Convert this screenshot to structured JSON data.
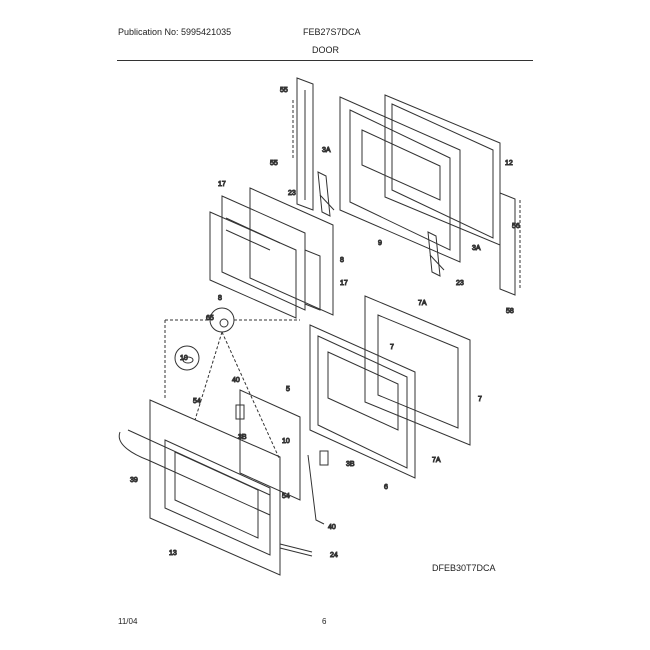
{
  "header": {
    "publication": "Publication No: 5995421035",
    "model": "FEB27S7DCA",
    "section": "DOOR"
  },
  "footer": {
    "date": "11/04",
    "page": "6",
    "figure_id": "DFEB30T7DCA"
  },
  "callouts": {
    "c55a": "55",
    "c3a_top": "3A",
    "c55b": "55",
    "c12": "12",
    "c23a": "23",
    "c9": "9",
    "c56": "56",
    "c3a_right": "3A",
    "c23b": "23",
    "c58": "58",
    "c17a": "17",
    "c8a": "8",
    "c17b": "17",
    "c8b": "8",
    "c65": "65",
    "c10a": "10",
    "c40a": "40",
    "c54a": "54",
    "c5": "5",
    "c3b_a": "3B",
    "c10b": "10",
    "c3b_b": "3B",
    "c54b": "54",
    "c40b": "40",
    "c39": "39",
    "c13": "13",
    "c24": "24",
    "c7a_top": "7A",
    "c7a": "7",
    "c7b": "7",
    "c7a_bottom": "7A",
    "c6": "6"
  }
}
